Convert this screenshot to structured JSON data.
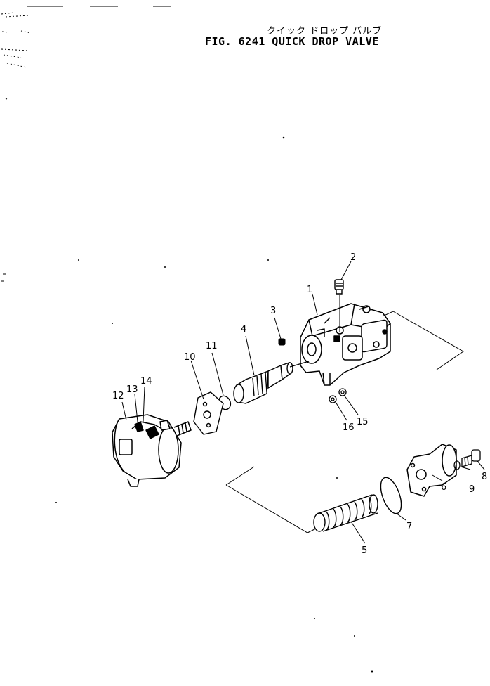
{
  "figure": {
    "title_japanese": "クイック ドロップ バルブ",
    "title_english": "FIG. 6241  QUICK DROP VALVE"
  },
  "parts": [
    {
      "id": "1",
      "label": "1"
    },
    {
      "id": "2",
      "label": "2"
    },
    {
      "id": "3",
      "label": "3"
    },
    {
      "id": "4",
      "label": "4"
    },
    {
      "id": "5",
      "label": "5"
    },
    {
      "id": "6",
      "label": "6"
    },
    {
      "id": "7",
      "label": "7"
    },
    {
      "id": "8",
      "label": "8"
    },
    {
      "id": "9",
      "label": "9"
    },
    {
      "id": "10",
      "label": "10"
    },
    {
      "id": "11",
      "label": "11"
    },
    {
      "id": "12",
      "label": "12"
    },
    {
      "id": "13",
      "label": "13"
    },
    {
      "id": "14",
      "label": "14"
    },
    {
      "id": "15",
      "label": "15"
    },
    {
      "id": "16",
      "label": "16"
    }
  ]
}
